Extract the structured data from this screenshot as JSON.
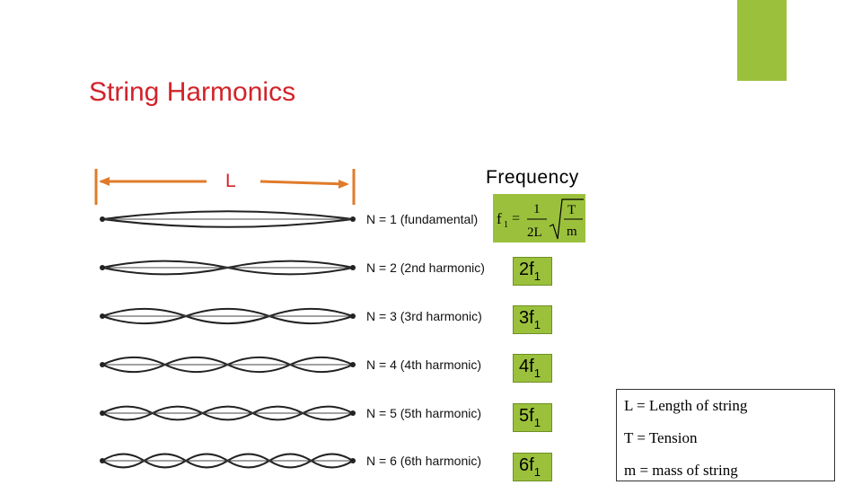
{
  "slide": {
    "title": "String Harmonics",
    "accent_color": "#9bc13c",
    "title_color": "#d2232a"
  },
  "diagram": {
    "length_label": "L",
    "frequency_heading": "Frequency",
    "modes": [
      {
        "n": 1,
        "label": "N = 1  (fundamental)",
        "loops": 1
      },
      {
        "n": 2,
        "label": "N = 2  (2nd harmonic)",
        "ordinal": "nd",
        "loops": 2
      },
      {
        "n": 3,
        "label": "N = 3  (3rd harmonic)",
        "ordinal": "rd",
        "loops": 3
      },
      {
        "n": 4,
        "label": "N = 4  (4th harmonic)",
        "ordinal": "th",
        "loops": 4
      },
      {
        "n": 5,
        "label": "N = 5  (5th harmonic)",
        "ordinal": "th",
        "loops": 5
      },
      {
        "n": 6,
        "label": "N = 6  (6th harmonic)",
        "ordinal": "th",
        "loops": 6
      }
    ],
    "formula": {
      "lhs": "f",
      "lhs_sub": "1",
      "eq": "=",
      "frac_num": "1",
      "frac_den": "2L",
      "root_num": "T",
      "root_den": "m"
    },
    "frequencies": [
      {
        "base": "2f",
        "sub": "1"
      },
      {
        "base": "3f",
        "sub": "1"
      },
      {
        "base": "4f",
        "sub": "1"
      },
      {
        "base": "5f",
        "sub": "1"
      },
      {
        "base": "6f",
        "sub": "1"
      }
    ]
  },
  "legend": {
    "line1": "L = Length of string",
    "line2": "T = Tension",
    "line3": "m = mass of string"
  }
}
